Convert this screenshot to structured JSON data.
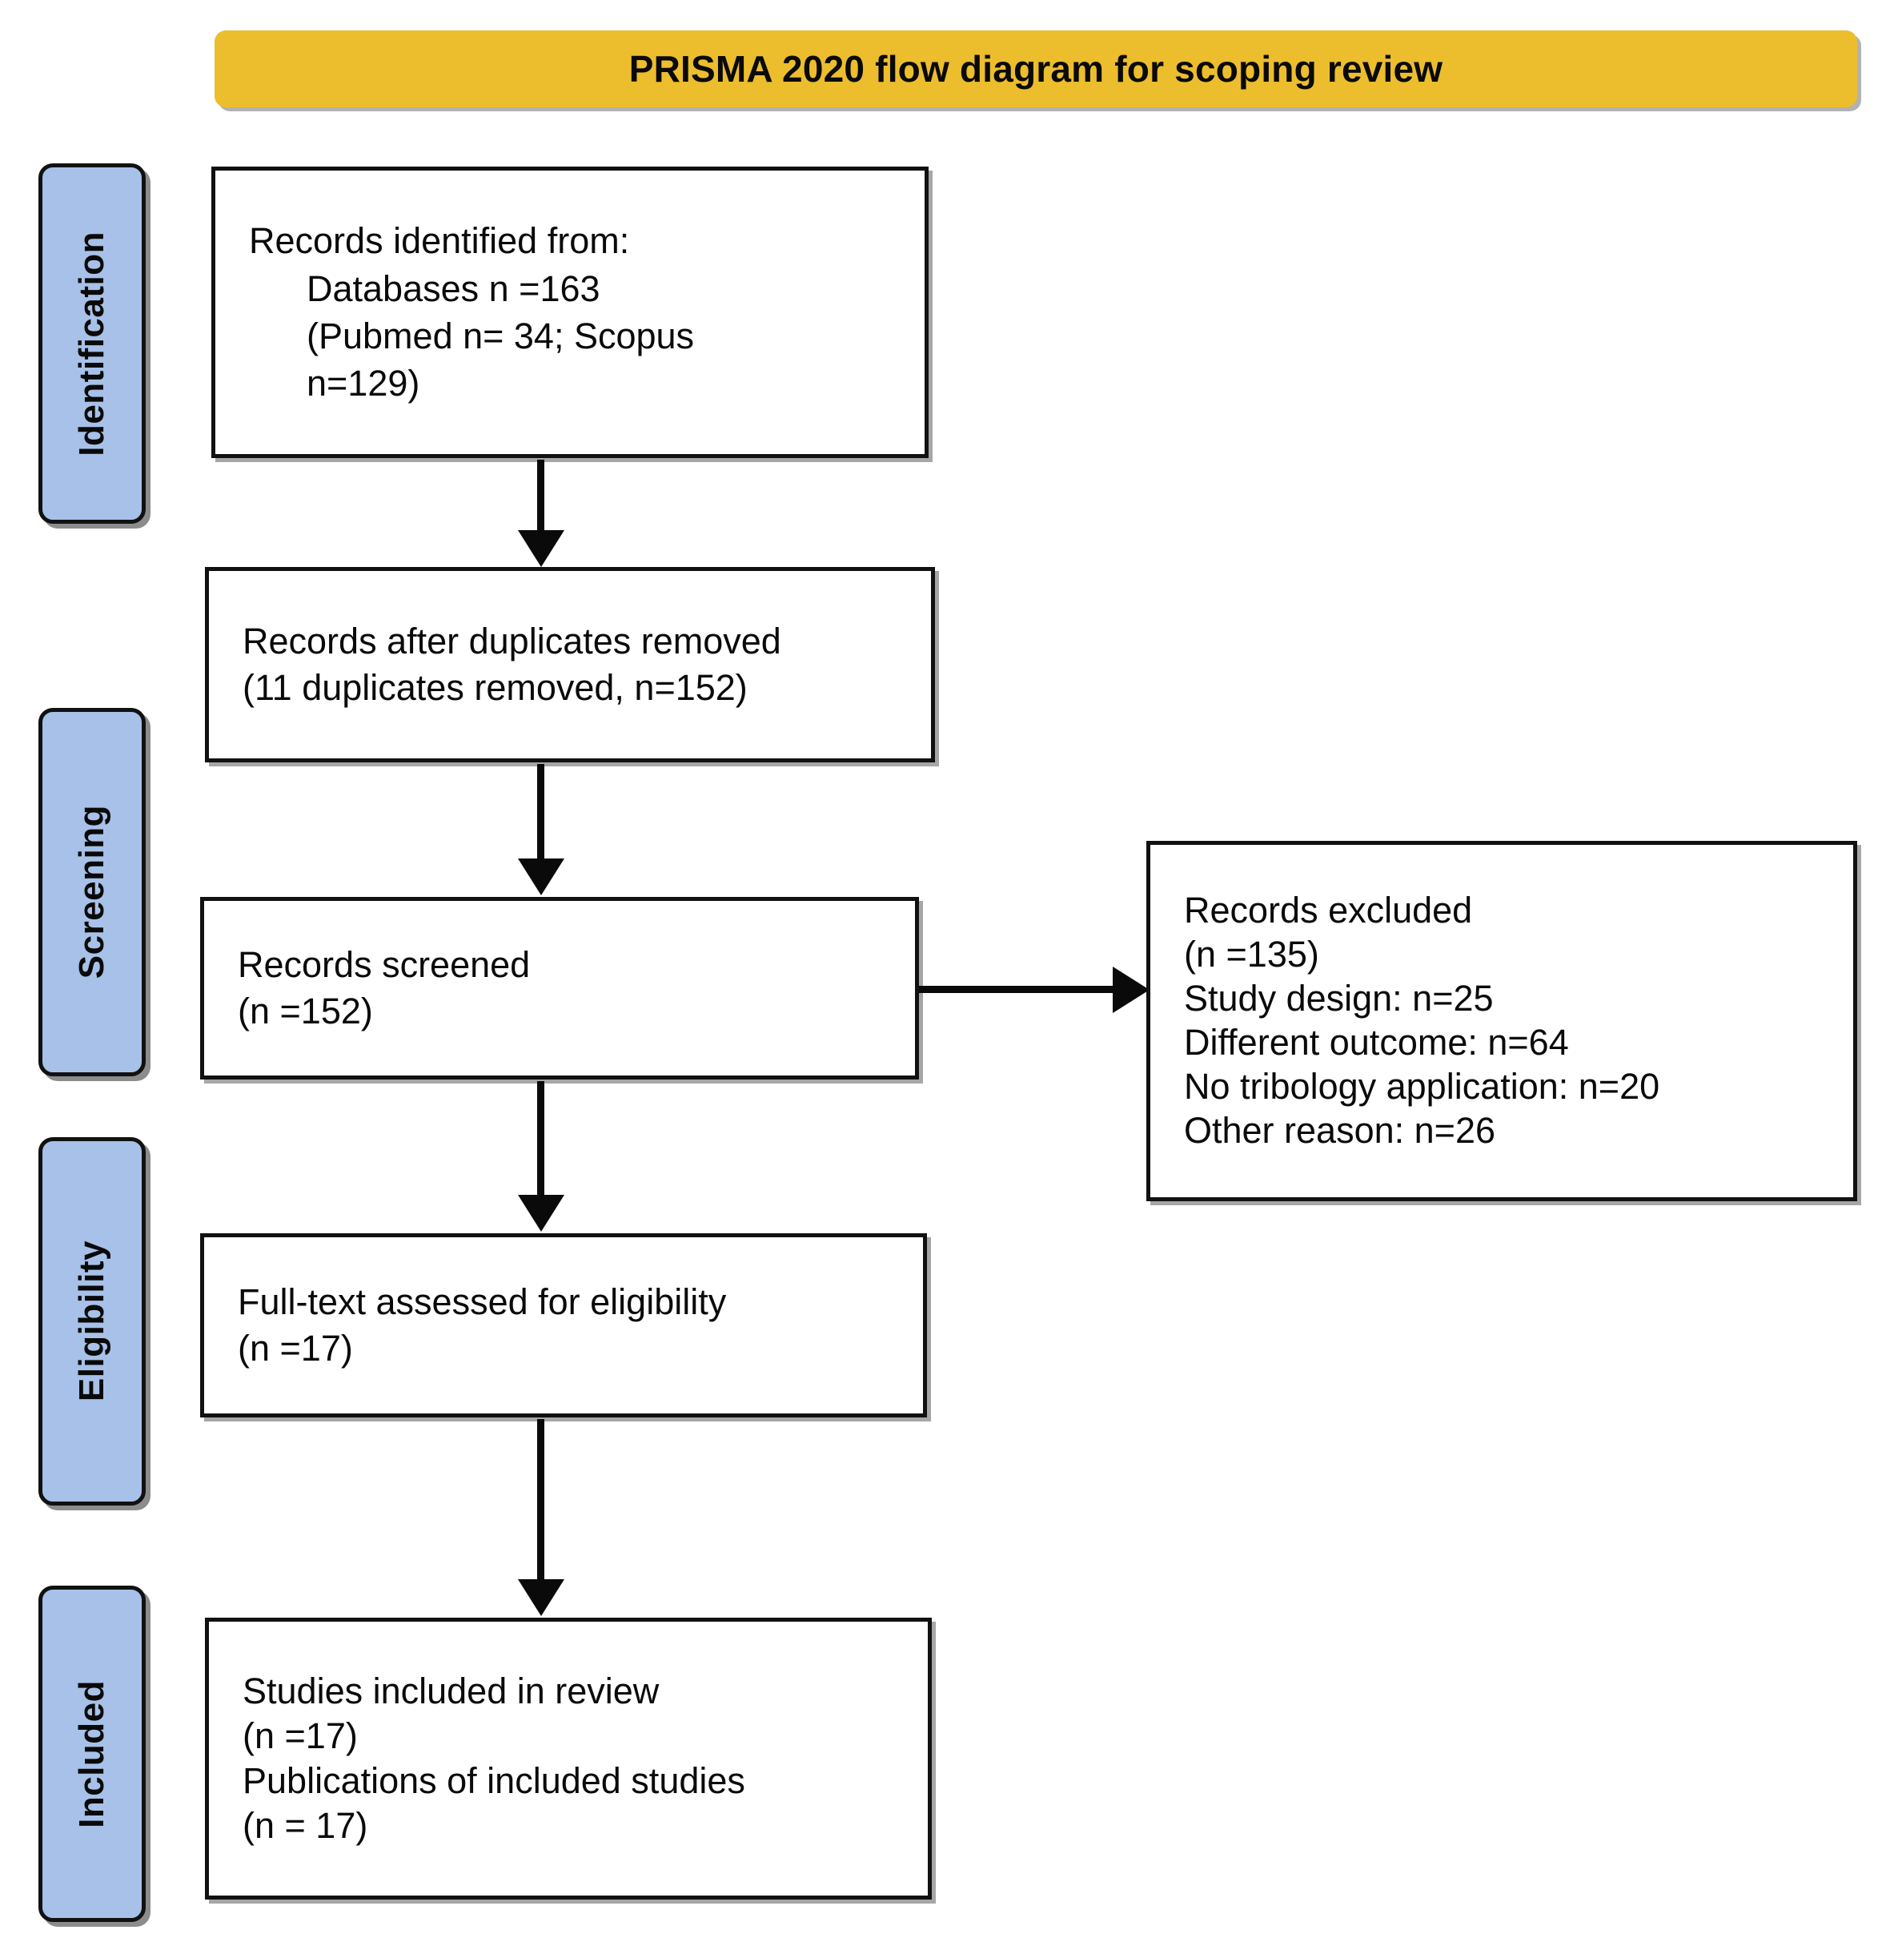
{
  "title": {
    "text": "PRISMA 2020 flow diagram for scoping review",
    "background_color": "#ECBD2D"
  },
  "colors": {
    "banner": "#ECBD2D",
    "stage_bar": "#A7C1E8",
    "box_border": "#111111",
    "text": "#0a0a0a",
    "box_fill": "#FFFFFF"
  },
  "stages": [
    {
      "label": "Identification"
    },
    {
      "label": "Screening"
    },
    {
      "label": "Eligibility"
    },
    {
      "label": "Included"
    }
  ],
  "boxes": {
    "identified": {
      "lines": [
        "Records identified from:",
        "Databases n =163",
        "(Pubmed n= 34; Scopus",
        "n=129)"
      ]
    },
    "duplicates": {
      "lines": [
        "Records after duplicates removed",
        "(11 duplicates removed, n=152)"
      ]
    },
    "screened": {
      "lines": [
        "Records screened",
        "(n =152)"
      ]
    },
    "excluded": {
      "lines": [
        "Records excluded",
        "(n =135)",
        "Study design: n=25",
        "Different outcome: n=64",
        "No tribology application: n=20",
        "Other reason: n=26"
      ]
    },
    "fulltext": {
      "lines": [
        "Full-text assessed for eligibility",
        "(n =17)"
      ]
    },
    "included": {
      "lines": [
        "Studies included in review",
        "(n =17)",
        "Publications of included studies",
        "(n = 17)"
      ]
    }
  },
  "flow_counts": {
    "databases_total": 163,
    "pubmed": 34,
    "scopus": 129,
    "duplicates_removed": 11,
    "after_duplicates": 152,
    "screened": 152,
    "excluded_total": 135,
    "excluded_study_design": 25,
    "excluded_different_outcome": 64,
    "excluded_no_tribology_application": 20,
    "excluded_other_reason": 26,
    "fulltext_assessed": 17,
    "studies_included": 17,
    "publications_included": 17
  }
}
